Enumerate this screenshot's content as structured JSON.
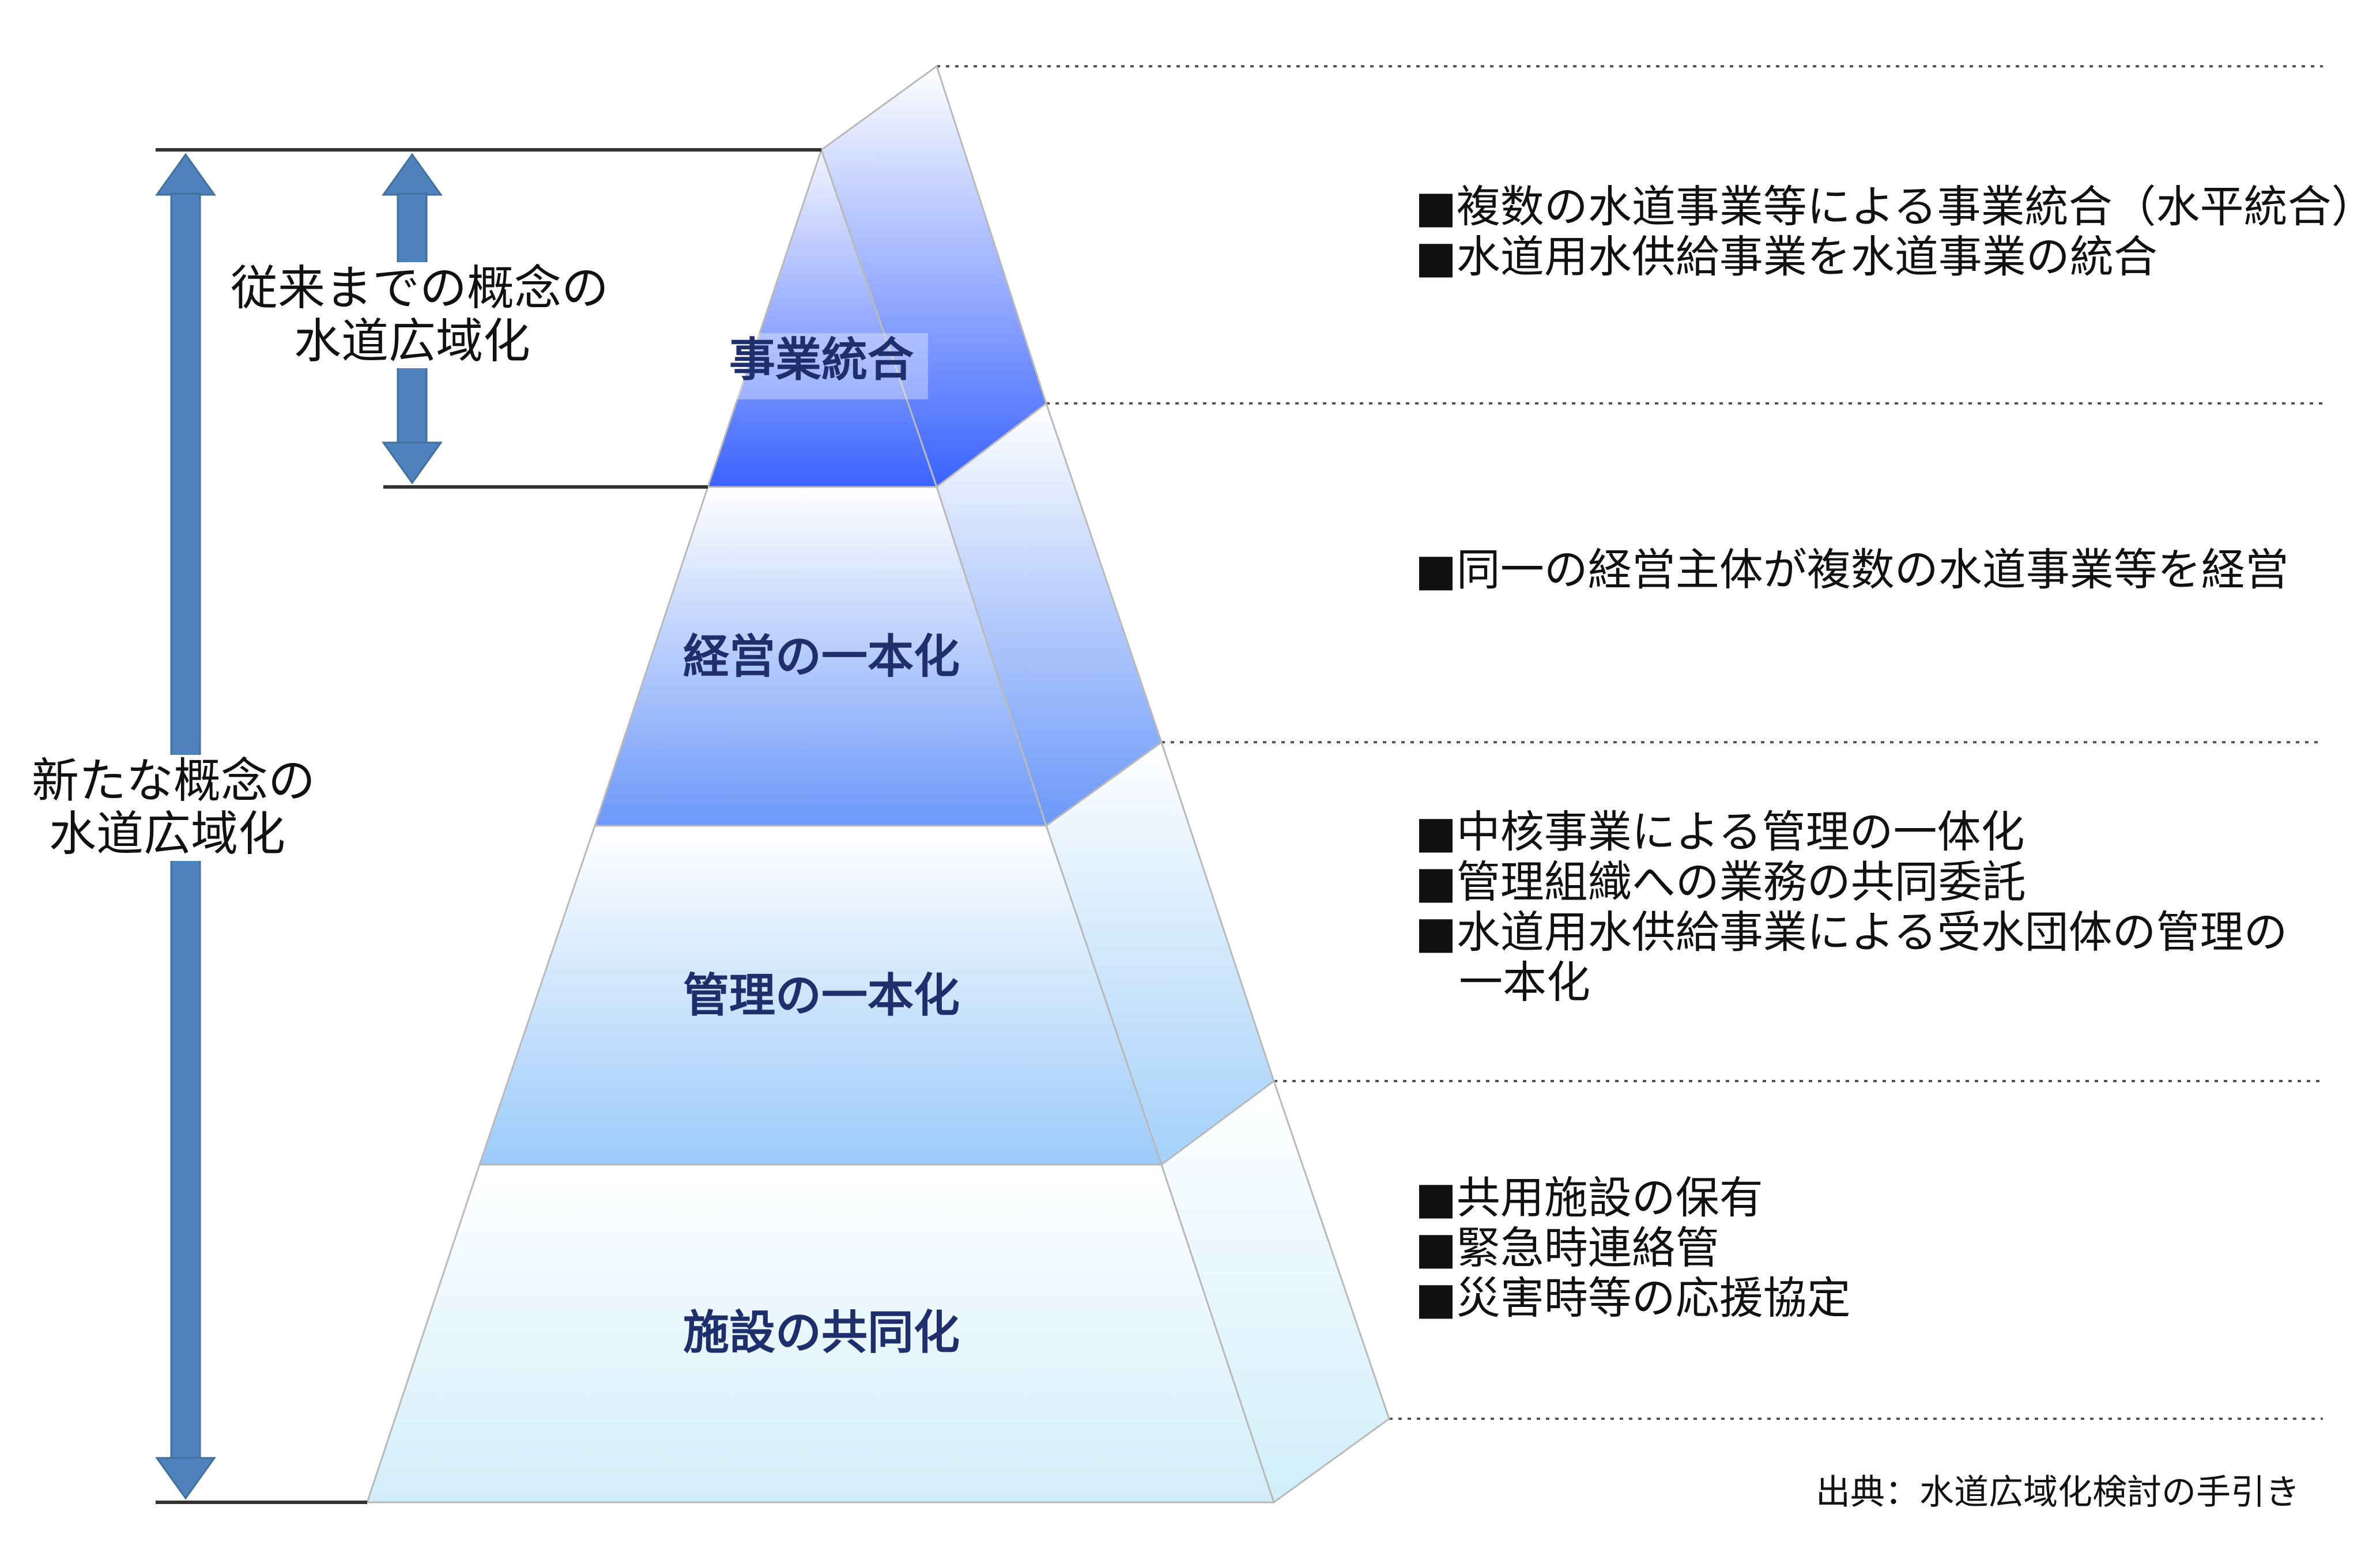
{
  "left_labels": {
    "new_concept": [
      "新たな概念の",
      "水道広域化"
    ],
    "conventional_concept": [
      "従来までの概念の",
      "水道広域化"
    ]
  },
  "tiers": [
    {
      "label": "事業統合",
      "descriptions": [
        "■複数の水道事業等による事業統合（水平統合）",
        "■水道用水供給事業を水道事業の統合"
      ]
    },
    {
      "label": "経営の一本化",
      "descriptions": [
        "■同一の経営主体が複数の水道事業等を経営"
      ]
    },
    {
      "label": "管理の一本化",
      "descriptions": [
        "■中核事業による管理の一体化",
        "■管理組織への業務の共同委託",
        "■水道用水供給事業による受水団体の管理の",
        "　一本化"
      ]
    },
    {
      "label": "施設の共同化",
      "descriptions": [
        "■共用施設の保有",
        "■緊急時連絡管",
        "■災害時等の応援協定"
      ]
    }
  ],
  "source": "出典：水道広域化検討の手引き",
  "colors": {
    "arrow": "#4f81bd",
    "tier_label": "#1f2f6b",
    "top_dark": "#3a66ff",
    "base_light": "#d7f0fb"
  }
}
